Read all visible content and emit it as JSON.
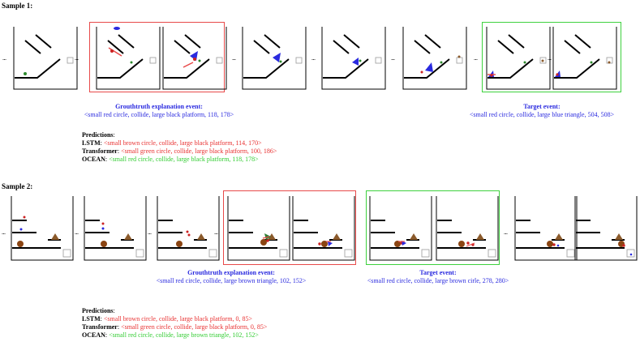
{
  "sample1": {
    "title": "Sample 1:",
    "ellipsis": "...",
    "gt_label": "Grouthtruth explanation event:",
    "gt_event": "<small red circle, collide, large black platform, 118, 178>",
    "target_label": "Target event:",
    "target_event": "<small red circle, collide, large blue triangle, 504, 508>",
    "predictions_label": "Predictions",
    "predictions_colon": ":",
    "predictions": [
      {
        "model": "LSTM",
        "text": "<small brown circle, collide, large black platform, 114, 170>",
        "color": "red"
      },
      {
        "model": "Transformer",
        "text": "<small green circle, collide, large black platform, 100, 186>",
        "color": "red"
      },
      {
        "model": "OCEAN",
        "text": "<small red circle, collide, large black platform, 118, 178>",
        "color": "green"
      }
    ]
  },
  "sample2": {
    "title": "Sample 2:",
    "ellipsis": "...",
    "gt_label": "Grouthtruth explanation event:",
    "gt_event": "<small red circle, collide, large brown triangle, 102, 152>",
    "target_label": "Target event:",
    "target_event": "<small red circle, collide, large brown cirle, 278, 280>",
    "predictions_label": "Predictions",
    "predictions_colon": ":",
    "predictions": [
      {
        "model": "LSTM",
        "text": "<small brown circle, collide, large black platform, 0, 85>",
        "color": "red"
      },
      {
        "model": "Transformer",
        "text": "<small green circle, collide, large black platform, 0, 85>",
        "color": "red"
      },
      {
        "model": "OCEAN",
        "text": "<small red circle, collide, large brown triangle, 102, 152>",
        "color": "green"
      }
    ]
  },
  "colors": {
    "highlight_red": "#e84a4a",
    "highlight_green": "#3ed13e",
    "caption_blue": "#2a2adf",
    "prediction_red": "#e83030",
    "prediction_green": "#33cc33"
  }
}
